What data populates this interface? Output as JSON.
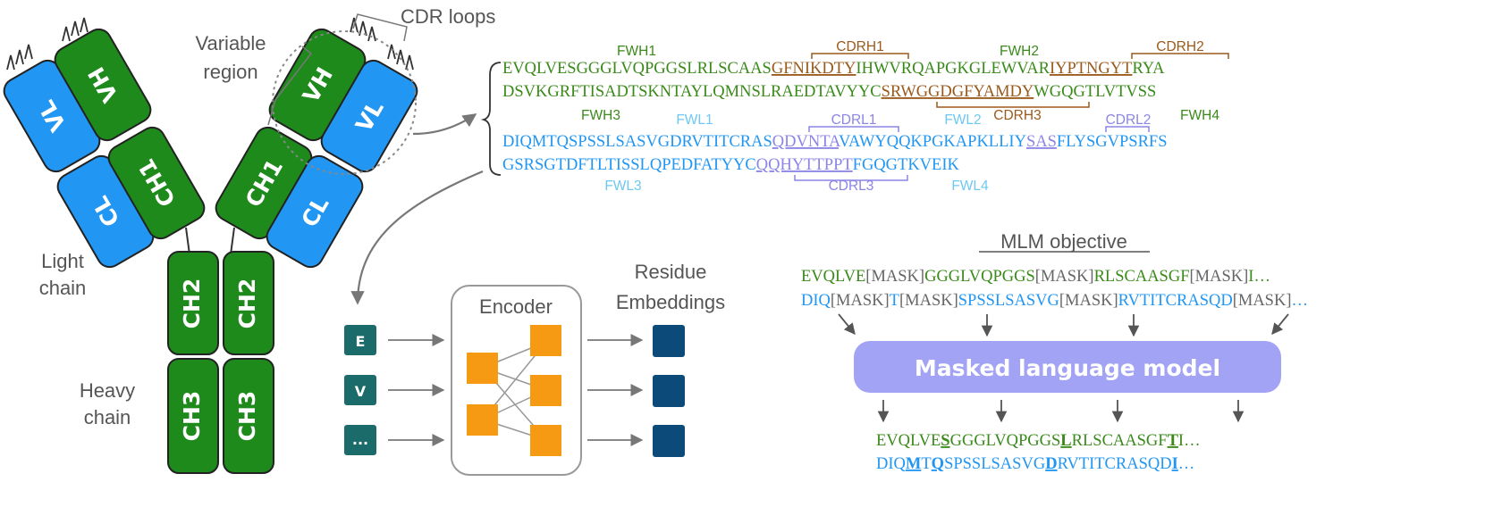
{
  "colors": {
    "heavy_green": "#1f8a1c",
    "light_blue": "#2196f3",
    "fwh": "#3a8a1a",
    "cdrh": "#9a5a1c",
    "fwl": "#6ec8f0",
    "cdrl": "#8c85e6",
    "encoder_node": "#f59a12",
    "token_box": "#1b6b6b",
    "embedding_box": "#0c4a7a",
    "mlm_box": "#a3a3f5",
    "mask_gray": "#666666"
  },
  "antibody": {
    "left_arm": {
      "vl": "VL",
      "vh": "VH",
      "cl": "CL",
      "ch1": "CH1"
    },
    "right_arm": {
      "vl": "VL",
      "vh": "VH",
      "cl": "CL",
      "ch1": "CH1"
    },
    "fc": {
      "ch2_left": "CH2",
      "ch2_right": "CH2",
      "ch3_left": "CH3",
      "ch3_right": "CH3"
    },
    "labels": {
      "cdr_loops": "CDR loops",
      "variable_region_1": "Variable",
      "variable_region_2": "region",
      "light_chain_1": "Light",
      "light_chain_2": "chain",
      "heavy_chain_1": "Heavy",
      "heavy_chain_2": "chain"
    }
  },
  "sequences": {
    "heavy_line1": [
      {
        "t": "EVQLVESGGGLVQPGGSLRLSCAAS",
        "k": "fwh"
      },
      {
        "t": "GFNIKDTY",
        "k": "cdrh"
      },
      {
        "t": "IHWVRQAPGKGLEWVAR",
        "k": "fwh"
      },
      {
        "t": "IYPTNGYT",
        "k": "cdrh"
      },
      {
        "t": "RYA",
        "k": "fwh"
      }
    ],
    "heavy_line2": [
      {
        "t": "DSVKGRFTISADTSKNTAYLQMNSLRAEDTAVYYC",
        "k": "fwh"
      },
      {
        "t": "SRWGGDGFYAMDY",
        "k": "cdrh"
      },
      {
        "t": "WGQGTLVTVSS",
        "k": "fwh"
      }
    ],
    "light_line1": [
      {
        "t": "DIQMTQSPSSLSASVGDRVTITCRAS",
        "k": "fwl"
      },
      {
        "t": "QDVNTA",
        "k": "cdrl"
      },
      {
        "t": "VAWYQQKPGKAPKLLIY",
        "k": "fwl"
      },
      {
        "t": "SAS",
        "k": "cdrl"
      },
      {
        "t": "FLYSGVPSRFS",
        "k": "fwl"
      }
    ],
    "light_line2": [
      {
        "t": "GSRSGTDFTLTISSLQPEDFATYYC",
        "k": "fwl"
      },
      {
        "t": "QQHYTTPPT",
        "k": "cdrl"
      },
      {
        "t": "FGQGTKVEIK",
        "k": "fwl"
      }
    ]
  },
  "region_labels": {
    "fwh1": "FWH1",
    "cdrh1": "CDRH1",
    "fwh2": "FWH2",
    "cdrh2": "CDRH2",
    "fwh3": "FWH3",
    "cdrh3": "CDRH3",
    "fwh4": "FWH4",
    "fwl1": "FWL1",
    "cdrl1": "CDRL1",
    "fwl2": "FWL2",
    "cdrl2": "CDRL2",
    "fwl3": "FWL3",
    "cdrl3": "CDRL3",
    "fwl4": "FWL4"
  },
  "encoder": {
    "title": "Encoder",
    "embeddings_title_1": "Residue",
    "embeddings_title_2": "Embeddings",
    "tokens": [
      "E",
      "V",
      "..."
    ]
  },
  "mlm": {
    "title": "MLM objective",
    "model_label": "Masked language model",
    "masked_line1": [
      {
        "t": "EVQLVE",
        "k": "h"
      },
      {
        "t": "[MASK]",
        "k": "m"
      },
      {
        "t": "GGGLVQPGGS",
        "k": "h"
      },
      {
        "t": "[MASK]",
        "k": "m"
      },
      {
        "t": "RLSCAASGF",
        "k": "h"
      },
      {
        "t": "[MASK]",
        "k": "m"
      },
      {
        "t": "I…",
        "k": "h"
      }
    ],
    "masked_line2": [
      {
        "t": "DIQ",
        "k": "l"
      },
      {
        "t": "[MASK]",
        "k": "m"
      },
      {
        "t": "T",
        "k": "l"
      },
      {
        "t": "[MASK]",
        "k": "m"
      },
      {
        "t": "SPSSLSASVG",
        "k": "l"
      },
      {
        "t": "[MASK]",
        "k": "m"
      },
      {
        "t": "RVTITCRASQD",
        "k": "l"
      },
      {
        "t": "[MASK]",
        "k": "m"
      },
      {
        "t": "…",
        "k": "l"
      }
    ],
    "pred_line1": [
      {
        "t": "EVQLVE",
        "k": "h"
      },
      {
        "t": "S",
        "k": "hb"
      },
      {
        "t": "GGGLVQPGGS",
        "k": "h"
      },
      {
        "t": "L",
        "k": "hb"
      },
      {
        "t": "RLSCAASGF",
        "k": "h"
      },
      {
        "t": "T",
        "k": "hb"
      },
      {
        "t": "I…",
        "k": "h"
      }
    ],
    "pred_line2": [
      {
        "t": "DIQ",
        "k": "l"
      },
      {
        "t": "M",
        "k": "lb"
      },
      {
        "t": "T",
        "k": "l"
      },
      {
        "t": "Q",
        "k": "lb"
      },
      {
        "t": "SPSSLSASVG",
        "k": "l"
      },
      {
        "t": "D",
        "k": "lb"
      },
      {
        "t": "RVTITCRASQD",
        "k": "l"
      },
      {
        "t": "I",
        "k": "lb"
      },
      {
        "t": "…",
        "k": "l"
      }
    ]
  }
}
